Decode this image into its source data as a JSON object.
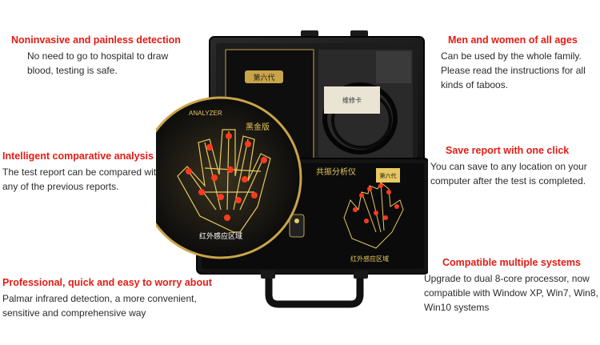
{
  "features": {
    "noninvasive": {
      "title": "Noninvasive and painless detection",
      "text": "No need to go to hospital to draw blood, testing is safe."
    },
    "comparative": {
      "title": "Intelligent comparative analysis",
      "text": "The test report can be compared with any of the previous reports."
    },
    "professional": {
      "title": "Professional, quick and easy to worry about",
      "text": "Palmar infrared detection, a more convenient, sensitive and comprehensive way"
    },
    "users": {
      "title": "Men and women of all ages",
      "text": "Can be used by the whole family. Please read the instructions for all kinds of taboos."
    },
    "save": {
      "title": "Save report with one click",
      "text": "You can save to any location on your computer after the test is completed."
    },
    "systems": {
      "title": "Compatible multiple systems",
      "text": "Upgrade to dual 8-core processor, now compatible with Window XP, Win7, Win8, Win10 systems"
    }
  },
  "product": {
    "booklet_badge": "第六代",
    "lid_label": "黑金版",
    "zoom_caption": "红外感应区域",
    "zoom_header": "ANALYZER",
    "panel_title": "共振分析仪",
    "panel_badge": "第六代",
    "panel_caption": "红外感应区域",
    "card_label": "维修卡"
  },
  "colors": {
    "accent": "#e41b13",
    "case": "#141414",
    "gold": "#e8c860"
  }
}
